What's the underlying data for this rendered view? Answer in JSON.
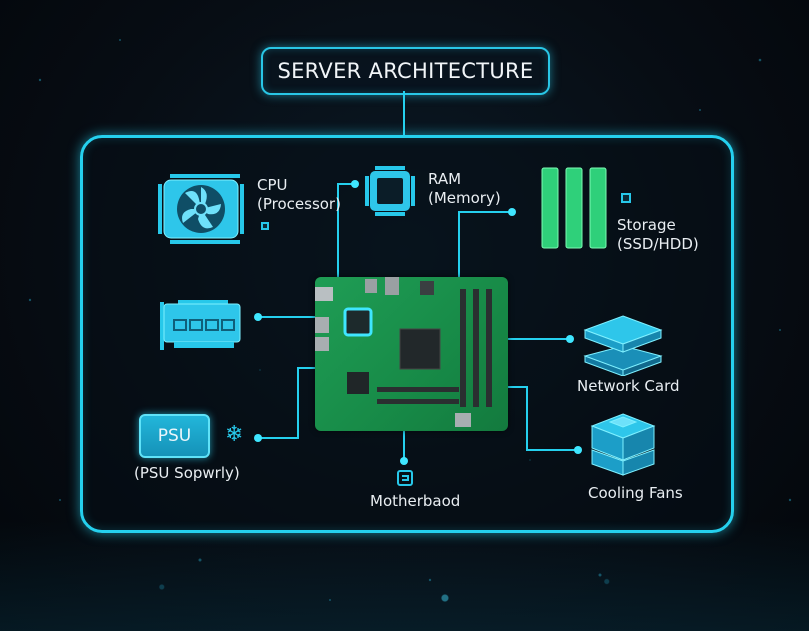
{
  "title": "SERVER ARCHITECTURE",
  "colors": {
    "accent": "#25d0ee",
    "background": "#05080d",
    "board": "#1b934d",
    "label": "#e9eef2"
  },
  "components": {
    "cpu": {
      "line1": "CPU",
      "line2": "(Processor)",
      "icon": "cpu-fan-icon"
    },
    "ram": {
      "line1": "RAM",
      "line2": "(Memory)",
      "icon": "chip-icon"
    },
    "storage": {
      "line1": "Storage",
      "line2": "(SSD/HDD)",
      "icon": "memory-modules-icon"
    },
    "nic": {
      "icon": "network-expansion-card-icon"
    },
    "psu": {
      "box_label": "PSU",
      "caption": "(PSU Sopwrly)",
      "icon": "snowflake-icon"
    },
    "motherboard": {
      "label": "Motherbaod",
      "icon": "motherboard-glyph-icon"
    },
    "network_card": {
      "label": "Network Card",
      "icon": "stacked-server-icon"
    },
    "cooling_fans": {
      "label": "Cooling Fans",
      "icon": "server-block-icon"
    }
  }
}
